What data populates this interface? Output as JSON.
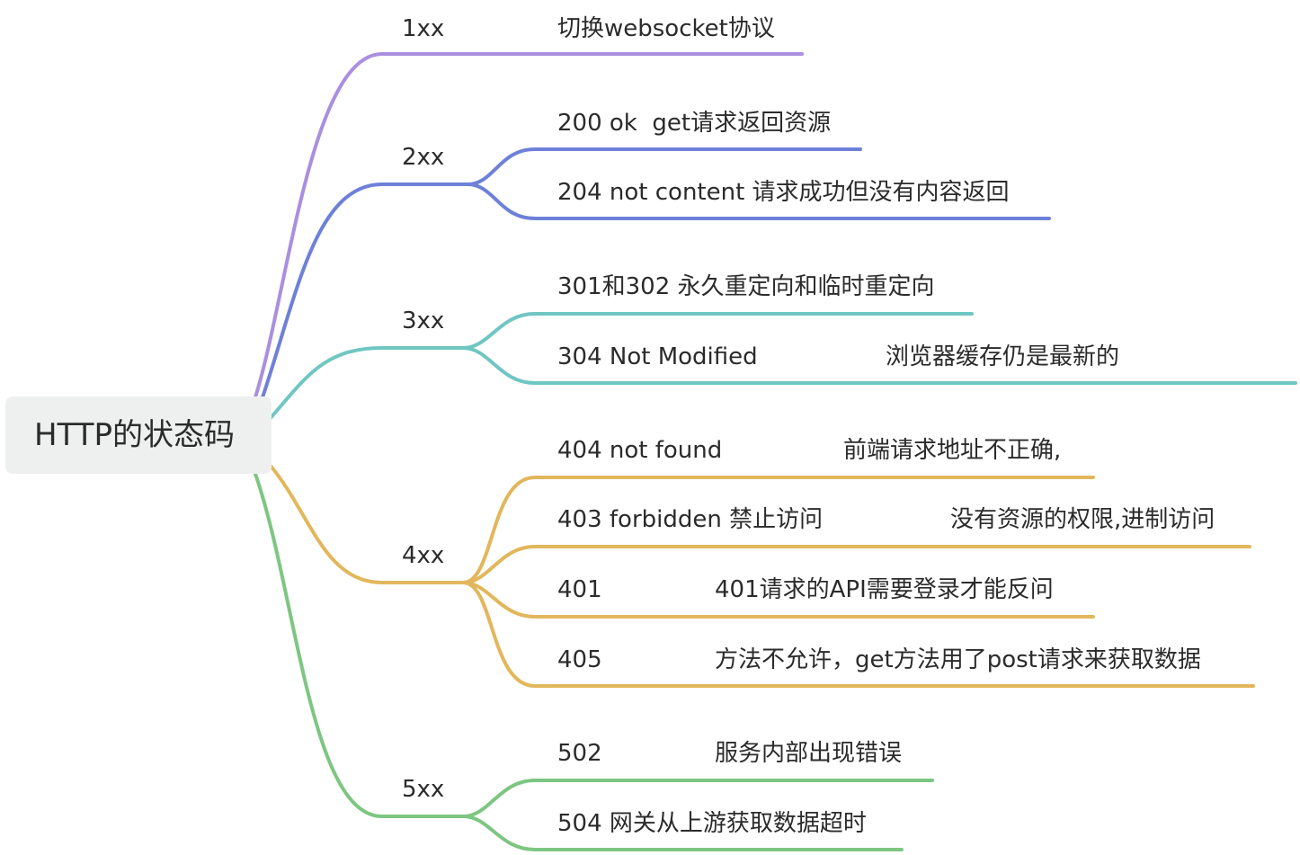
{
  "root": {
    "label": "HTTP的状态码"
  },
  "branches": [
    {
      "label": "1xx",
      "color": "#a98fe0",
      "children": [
        {
          "text": "切换websocket协议"
        }
      ]
    },
    {
      "label": "2xx",
      "color": "#6e80d8",
      "children": [
        {
          "text": "200 ok  get请求返回资源"
        },
        {
          "text": "204 not content 请求成功但没有内容返回"
        }
      ]
    },
    {
      "label": "3xx",
      "color": "#6fc6c2",
      "children": [
        {
          "text": "301和302 永久重定向和临时重定向"
        },
        {
          "text": "304 Not Modified",
          "note": "浏览器缓存仍是最新的"
        }
      ]
    },
    {
      "label": "4xx",
      "color": "#e2b75b",
      "children": [
        {
          "text": "404 not found",
          "note": "前端请求地址不正确,"
        },
        {
          "text": "403 forbidden 禁止访问",
          "note": "没有资源的权限,进制访问"
        },
        {
          "text": "401",
          "note": "401请求的API需要登录才能反问"
        },
        {
          "text": "405",
          "note": "方法不允许，get方法用了post请求来获取数据"
        }
      ]
    },
    {
      "label": "5xx",
      "color": "#7dc682",
      "children": [
        {
          "text": "502",
          "note": "服务内部出现错误"
        },
        {
          "text": "504 网关从上游获取数据超时"
        }
      ]
    }
  ],
  "colors": {
    "root_bg": "#eef0ef",
    "text": "#2b2b2b"
  }
}
